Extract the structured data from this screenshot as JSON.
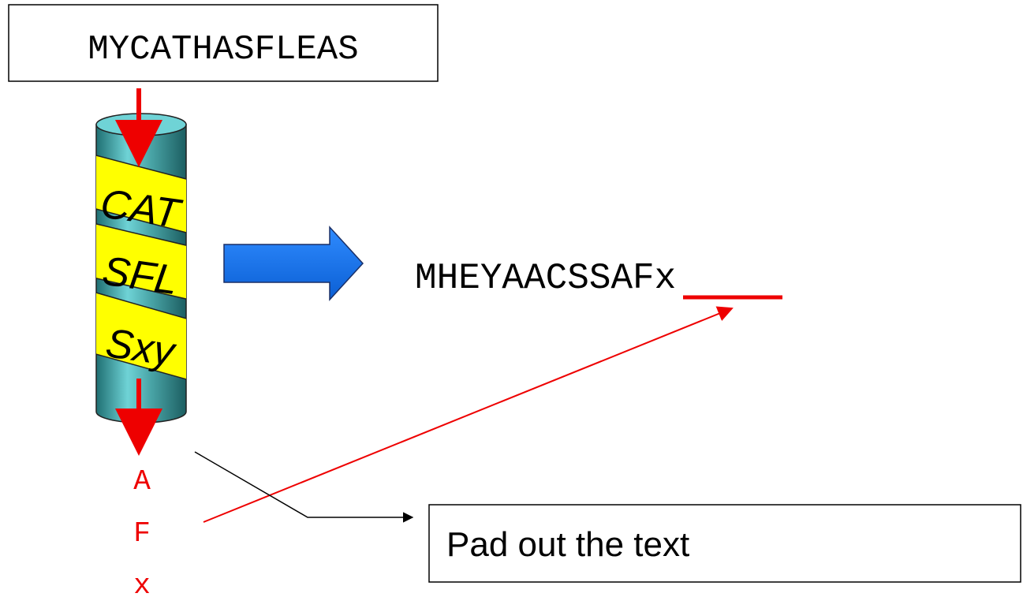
{
  "plaintext": "MYCATHASFLEAS",
  "scytale": {
    "strip_labels": [
      "CAT",
      "SFL",
      "Sxy"
    ]
  },
  "ciphertext": "MHEYAACSSAFx",
  "padding_letters": [
    "A",
    "F",
    "x"
  ],
  "callout": "Pad out the text",
  "colors": {
    "red": "#ee0000",
    "cylinder_fill": "#4aa6a8",
    "cylinder_top": "#6fd3d6",
    "strip_yellow": "#ffff00",
    "arrow_blue": "#1a73e8",
    "stroke": "#222222"
  }
}
